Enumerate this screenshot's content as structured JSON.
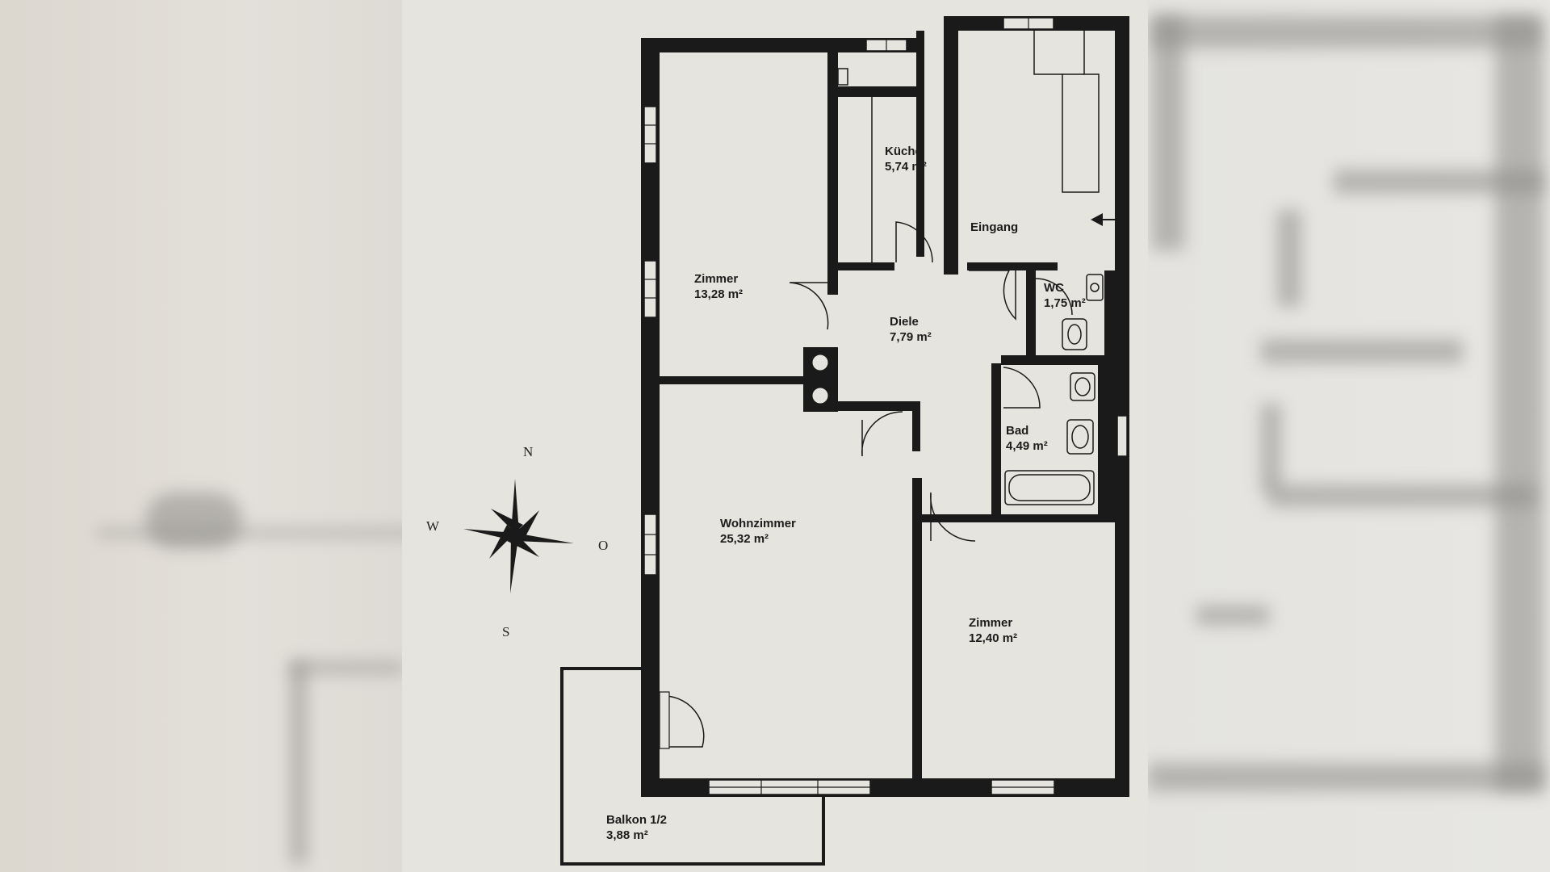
{
  "rooms": {
    "kueche": {
      "name": "Küche",
      "area": "5,74 m²"
    },
    "eingang": {
      "name": "Eingang"
    },
    "zimmer_nw": {
      "name": "Zimmer",
      "area": "13,28 m²"
    },
    "wc": {
      "name": "WC",
      "area": "1,75 m²"
    },
    "diele": {
      "name": "Diele",
      "area": "7,79 m²"
    },
    "bad": {
      "name": "Bad",
      "area": "4,49 m²"
    },
    "wohnzimmer": {
      "name": "Wohnzimmer",
      "area": "25,32 m²"
    },
    "zimmer_so": {
      "name": "Zimmer",
      "area": "12,40 m²"
    },
    "balkon": {
      "name": "Balkon 1/2",
      "area": "3,88 m²"
    }
  },
  "compass": {
    "north": "N",
    "south": "S",
    "west": "W",
    "east": "O"
  },
  "colors": {
    "paper": "#e6e4df",
    "wall": "#1a1a1a",
    "background": "#d8d6d0"
  }
}
